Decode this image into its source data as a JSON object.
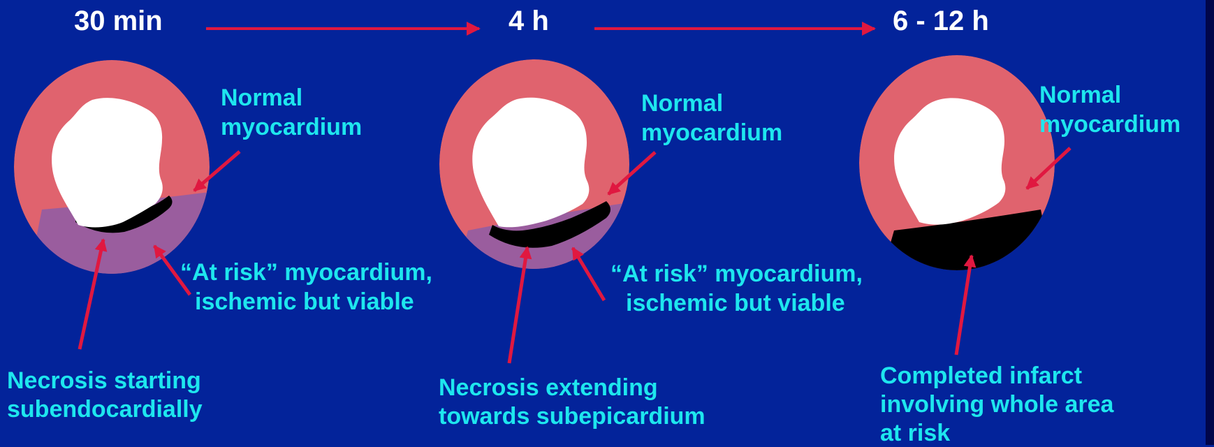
{
  "colors": {
    "background": "#03239a",
    "normal_myocardium": "#e0636e",
    "at_risk_myocardium": "#9a5d9e",
    "necrosis": "#000000",
    "lumen": "#ffffff",
    "arrow": "#e01840",
    "label_text": "#1ee6ee",
    "time_text": "#ffffff"
  },
  "timeline": {
    "t1": "30 min",
    "t2": "4 h",
    "t3": "6 - 12 h"
  },
  "panel1": {
    "normal_line1": "Normal",
    "normal_line2": "myocardium",
    "risk_line1": "“At risk” myocardium,",
    "risk_line2": "ischemic but viable",
    "necrosis_line1": "Necrosis starting",
    "necrosis_line2": "subendocardially"
  },
  "panel2": {
    "normal_line1": "Normal",
    "normal_line2": "myocardium",
    "risk_line1": "“At risk” myocardium,",
    "risk_line2": "ischemic but viable",
    "necrosis_line1": "Necrosis extending",
    "necrosis_line2": "towards subepicardium"
  },
  "panel3": {
    "normal_line1": "Normal",
    "normal_line2": "myocardium",
    "infarct_line1": "Completed infarct",
    "infarct_line2": "involving whole area",
    "infarct_line3": "at risk"
  }
}
